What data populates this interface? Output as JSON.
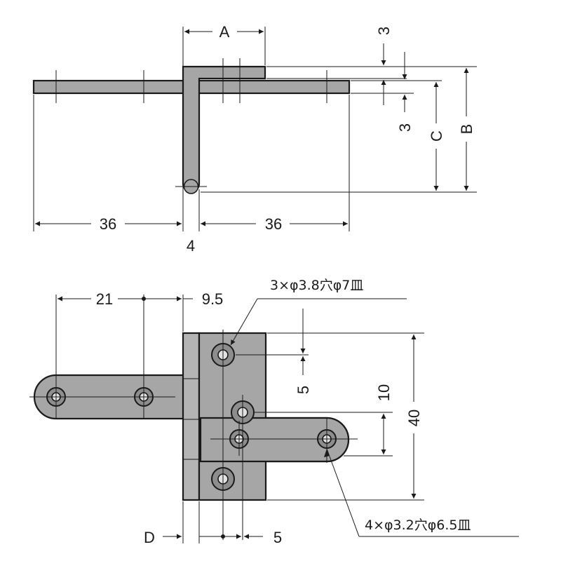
{
  "top_view": {
    "dim_A": "A",
    "dim_B": "B",
    "dim_C": "C",
    "dim_3_upper": "3",
    "dim_3_lower": "3",
    "dim_left_36": "36",
    "dim_right_36": "36",
    "dim_4": "4"
  },
  "front_view": {
    "dim_21": "21",
    "dim_9_5": "9.5",
    "dim_5_vertical": "5",
    "dim_10": "10",
    "dim_40": "40",
    "dim_D": "D",
    "dim_5_bottom": "5",
    "callout_countersunk_large": "3×φ3.8穴φ7皿",
    "callout_countersunk_small": "4×φ3.2穴φ6.5皿"
  }
}
